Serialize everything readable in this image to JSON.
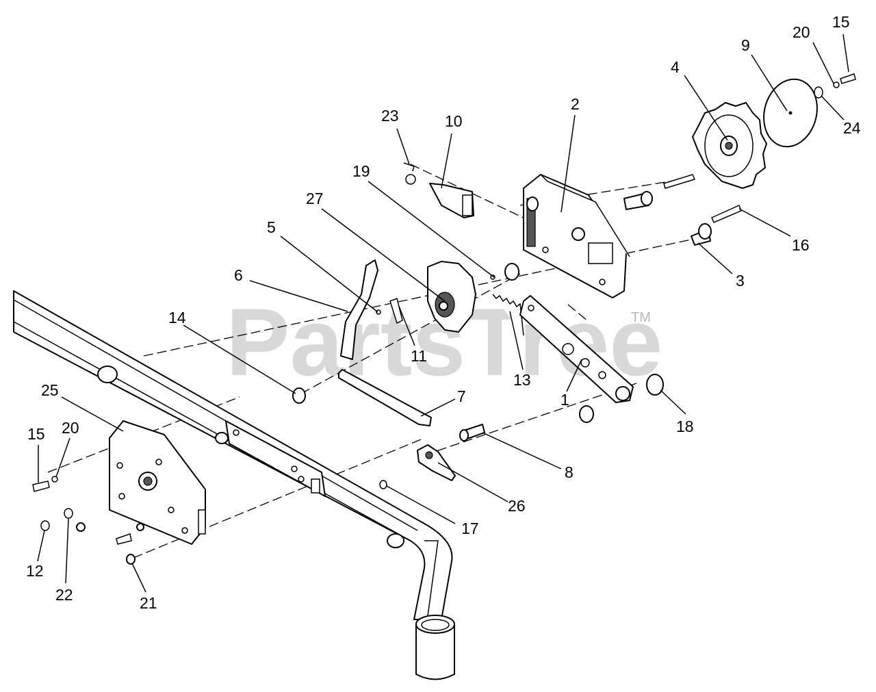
{
  "watermark": {
    "text": "PartsTree",
    "tm": "TM"
  },
  "callouts": [
    {
      "id": "c15a",
      "text": "15"
    },
    {
      "id": "c20a",
      "text": "20"
    },
    {
      "id": "c9",
      "text": "9"
    },
    {
      "id": "c4",
      "text": "4"
    },
    {
      "id": "c24",
      "text": "24"
    },
    {
      "id": "c2",
      "text": "2"
    },
    {
      "id": "c23",
      "text": "23"
    },
    {
      "id": "c10",
      "text": "10"
    },
    {
      "id": "c19",
      "text": "19"
    },
    {
      "id": "c27",
      "text": "27"
    },
    {
      "id": "c5",
      "text": "5"
    },
    {
      "id": "c16",
      "text": "16"
    },
    {
      "id": "c3",
      "text": "3"
    },
    {
      "id": "c6",
      "text": "6"
    },
    {
      "id": "c14",
      "text": "14"
    },
    {
      "id": "c11",
      "text": "11"
    },
    {
      "id": "c13",
      "text": "13"
    },
    {
      "id": "c1",
      "text": "1"
    },
    {
      "id": "c18",
      "text": "18"
    },
    {
      "id": "c25",
      "text": "25"
    },
    {
      "id": "c7",
      "text": "7"
    },
    {
      "id": "c15b",
      "text": "15"
    },
    {
      "id": "c20b",
      "text": "20"
    },
    {
      "id": "c8",
      "text": "8"
    },
    {
      "id": "c26",
      "text": "26"
    },
    {
      "id": "c17",
      "text": "17"
    },
    {
      "id": "c12",
      "text": "12"
    },
    {
      "id": "c22",
      "text": "22"
    },
    {
      "id": "c21",
      "text": "21"
    }
  ]
}
